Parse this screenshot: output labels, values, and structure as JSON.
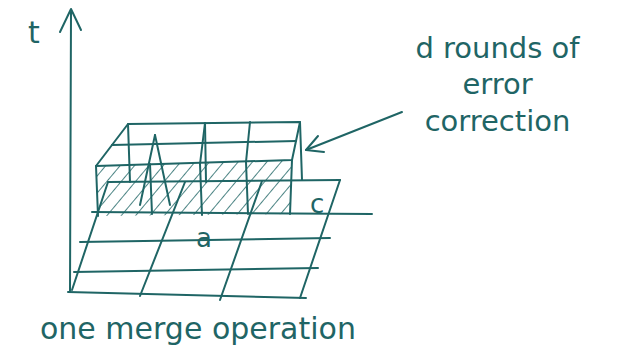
{
  "diagram": {
    "caption": "one merge operation",
    "labels": [
      "t",
      "a",
      "c",
      "d rounds of error correction"
    ]
  }
}
